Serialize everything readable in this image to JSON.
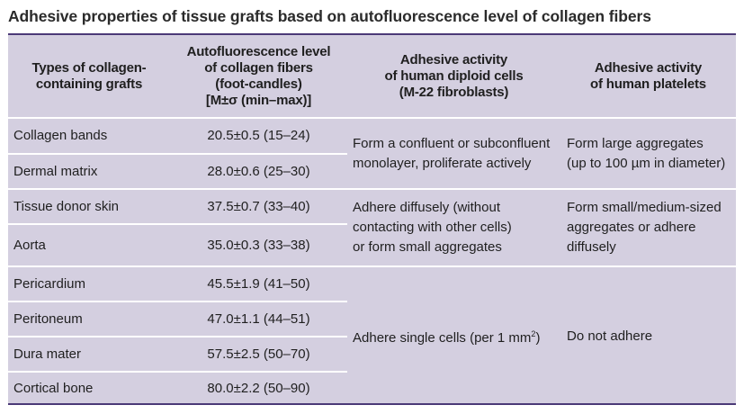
{
  "title": "Adhesive properties of tissue grafts based on autofluorescence level of collagen fibers",
  "columns": [
    "Types of collagen-\ncontaining grafts",
    "Autofluorescence level\nof collagen fibers\n(foot-candles)\n[M±σ (min–max)]",
    "Adhesive activity\nof human diploid cells\n(M-22 fibroblasts)",
    "Adhesive activity\nof human platelets"
  ],
  "rows": [
    {
      "type": "Collagen bands",
      "level": "20.5±0.5 (15–24)"
    },
    {
      "type": "Dermal matrix",
      "level": "28.0±0.6 (25–30)"
    },
    {
      "type": "Tissue donor skin",
      "level": "37.5±0.7 (33–40)"
    },
    {
      "type": "Aorta",
      "level": "35.0±0.3 (33–38)"
    },
    {
      "type": "Pericardium",
      "level": "45.5±1.9 (41–50)"
    },
    {
      "type": "Peritoneum",
      "level": "47.0±1.1 (44–51)"
    },
    {
      "type": "Dura mater",
      "level": "57.5±2.5 (50–70)"
    },
    {
      "type": "Cortical bone",
      "level": "80.0±2.2 (50–90)"
    }
  ],
  "groups": [
    {
      "fibroblasts": "Form a confluent or subconfluent\nmonolayer, proliferate actively",
      "platelets": "Form large aggregates\n(up to 100 µm in diameter)"
    },
    {
      "fibroblasts": "Adhere diffusely (without\ncontacting with other cells)\nor form small aggregates",
      "platelets": "Form small/medium-sized\naggregates or adhere\ndiffusely"
    },
    {
      "fibroblasts_text": "Adhere single cells (per 1 mm",
      "fibroblasts_sup": "2",
      "fibroblasts_close": ")",
      "platelets": "Do not adhere"
    }
  ]
}
